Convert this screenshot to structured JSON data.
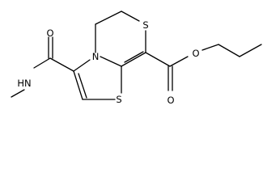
{
  "molecule": {
    "atoms": {
      "sulfur_top": "S",
      "sulfur_bottom": "S",
      "nitrogen_ring": "N",
      "oxygen_amide": "O",
      "nitrogen_amide": "HN",
      "oxygen_carbonyl": "O",
      "oxygen_ester": "O"
    }
  }
}
